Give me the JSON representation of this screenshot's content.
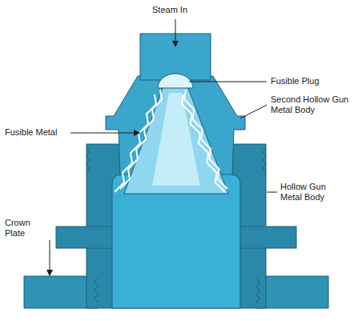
{
  "diagram": {
    "labels": [
      "Steam In",
      "Fusible Plug",
      "Second Hollow Gun Metal Body",
      "Fusible Metal",
      "Hollow Gun Metal Body",
      "Crown Plate"
    ]
  }
}
